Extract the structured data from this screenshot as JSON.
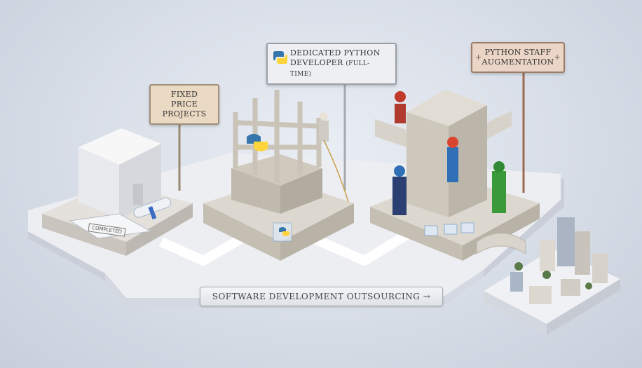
{
  "signs": {
    "fixed_price": "FIXED PRICE PROJECTS",
    "dedicated_line1": "DEDICATED PYTHON",
    "dedicated_line2": "DEVELOPER",
    "dedicated_note": "(FULL-TIME)",
    "staff_augmentation": "PYTHON STAFF AUGMENTATION"
  },
  "stamp_text": "COMPLETED",
  "banner": "SOFTWARE DEVELOPMENT OUTSOURCING →",
  "colors": {
    "background": "#d6dce6",
    "platform": "#eceef2",
    "stone": "#d9d4cc",
    "python_blue": "#3776ab",
    "python_yellow": "#ffd43b",
    "worker_red": "#c0392b",
    "worker_blue": "#2e6fb5",
    "worker_green": "#3a9a3a"
  }
}
